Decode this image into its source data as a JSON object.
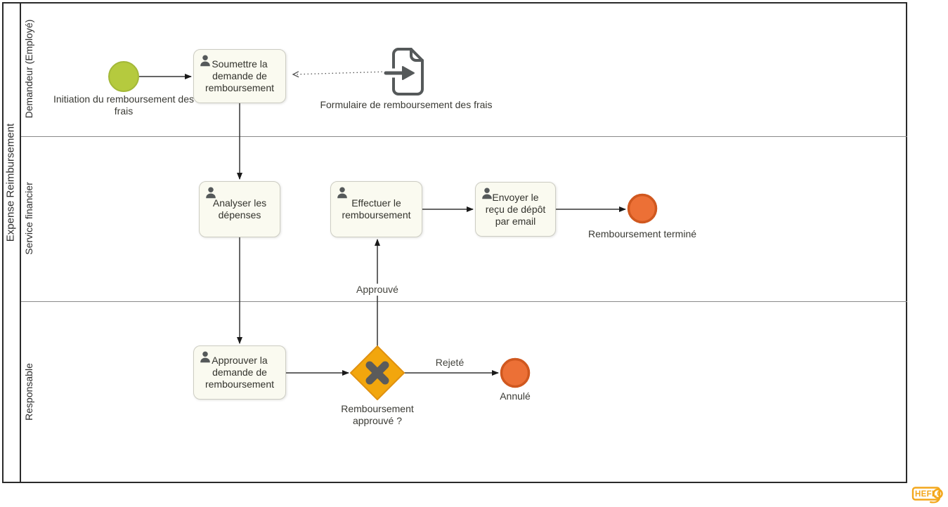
{
  "diagram": {
    "pool_title": "Expense Reimbursement",
    "lanes": [
      {
        "label": "Demandeur (Employé)"
      },
      {
        "label": "Service financier"
      },
      {
        "label": "Responsable"
      }
    ],
    "nodes": {
      "start": {
        "type": "start-event",
        "label": "Initiation du remboursement des frais"
      },
      "task_soumettre": {
        "type": "user-task",
        "label": "Soumettre la demande de remboursement"
      },
      "form": {
        "type": "data-object",
        "label": "Formulaire de remboursement des frais"
      },
      "task_analyser": {
        "type": "user-task",
        "label": "Analyser les dépenses"
      },
      "task_effectuer": {
        "type": "user-task",
        "label": "Effectuer le remboursement"
      },
      "task_envoyer": {
        "type": "user-task",
        "label": "Envoyer le reçu de dépôt par email"
      },
      "task_approuver": {
        "type": "user-task",
        "label": "Approuver la demande de remboursement"
      },
      "gateway": {
        "type": "exclusive-gateway",
        "label": "Remboursement approuvé ?"
      },
      "end_termine": {
        "type": "end-event",
        "label": "Remboursement terminé"
      },
      "end_annule": {
        "type": "end-event",
        "label": "Annulé"
      }
    },
    "edge_labels": {
      "approved": "Approuvé",
      "rejected": "Rejeté"
    },
    "branding": {
      "logo_text": "HEFLO"
    },
    "colors": {
      "start_fill": "#b5ca3e",
      "start_stroke": "#a3b838",
      "end_fill": "#ec7036",
      "end_stroke": "#d0581f",
      "gateway_fill": "#f2a60d",
      "gateway_stroke": "#e09110",
      "task_fill": "#fafaf0",
      "task_stroke": "#cdcdc3",
      "icon_gray": "#55595a",
      "flow_line": "#333333",
      "logo": "#f3a71b"
    }
  }
}
